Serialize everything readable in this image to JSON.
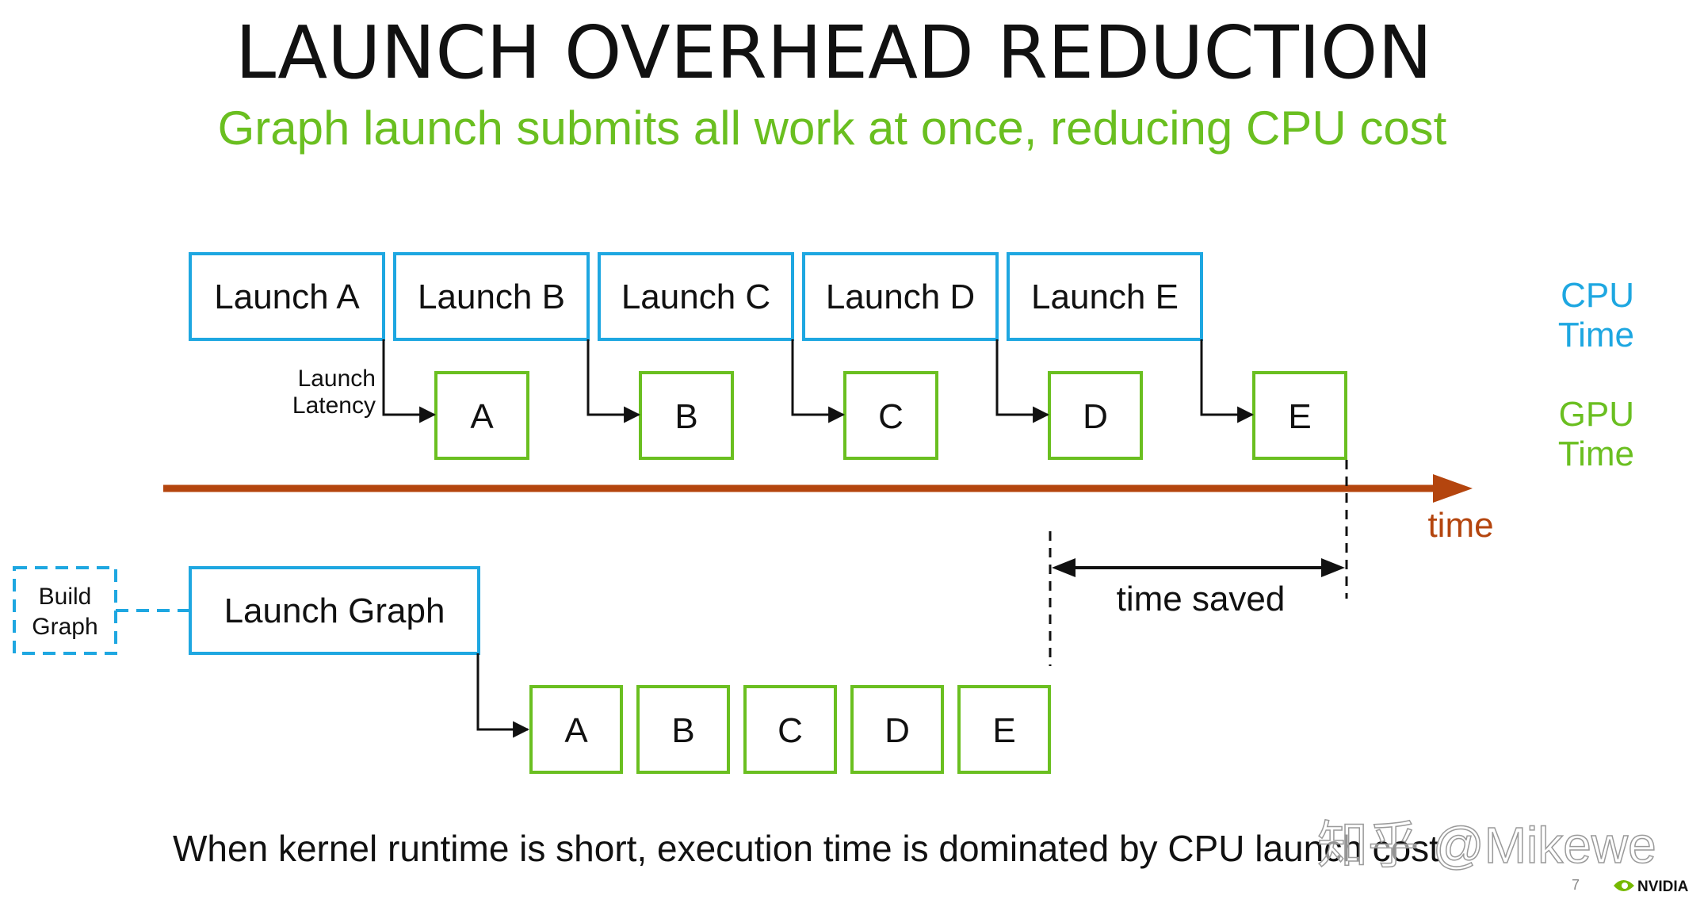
{
  "title": "LAUNCH OVERHEAD REDUCTION",
  "subtitle": "Graph launch submits all work at once, reducing CPU cost",
  "cpu_launches": [
    "Launch A",
    "Launch B",
    "Launch C",
    "Launch D",
    "Launch E"
  ],
  "gpu_kernels": [
    "A",
    "B",
    "C",
    "D",
    "E"
  ],
  "launch_latency_label": [
    "Launch",
    "Latency"
  ],
  "row_labels": {
    "cpu": [
      "CPU",
      "Time"
    ],
    "gpu": [
      "GPU",
      "Time"
    ]
  },
  "time_axis_label": "time",
  "build_graph_label": [
    "Build",
    "Graph"
  ],
  "launch_graph_label": "Launch Graph",
  "graph_kernels": [
    "A",
    "B",
    "C",
    "D",
    "E"
  ],
  "time_saved_label": "time saved",
  "caption": "When kernel runtime is short, execution time is dominated by CPU launch cost",
  "page_number": "7",
  "logo_text": "NVIDIA",
  "watermark": "知乎 @Mikewe",
  "colors": {
    "cpu_blue": "#1ea7e1",
    "gpu_green": "#6abf20",
    "time_arrow": "#b4450e",
    "text": "#111111"
  }
}
